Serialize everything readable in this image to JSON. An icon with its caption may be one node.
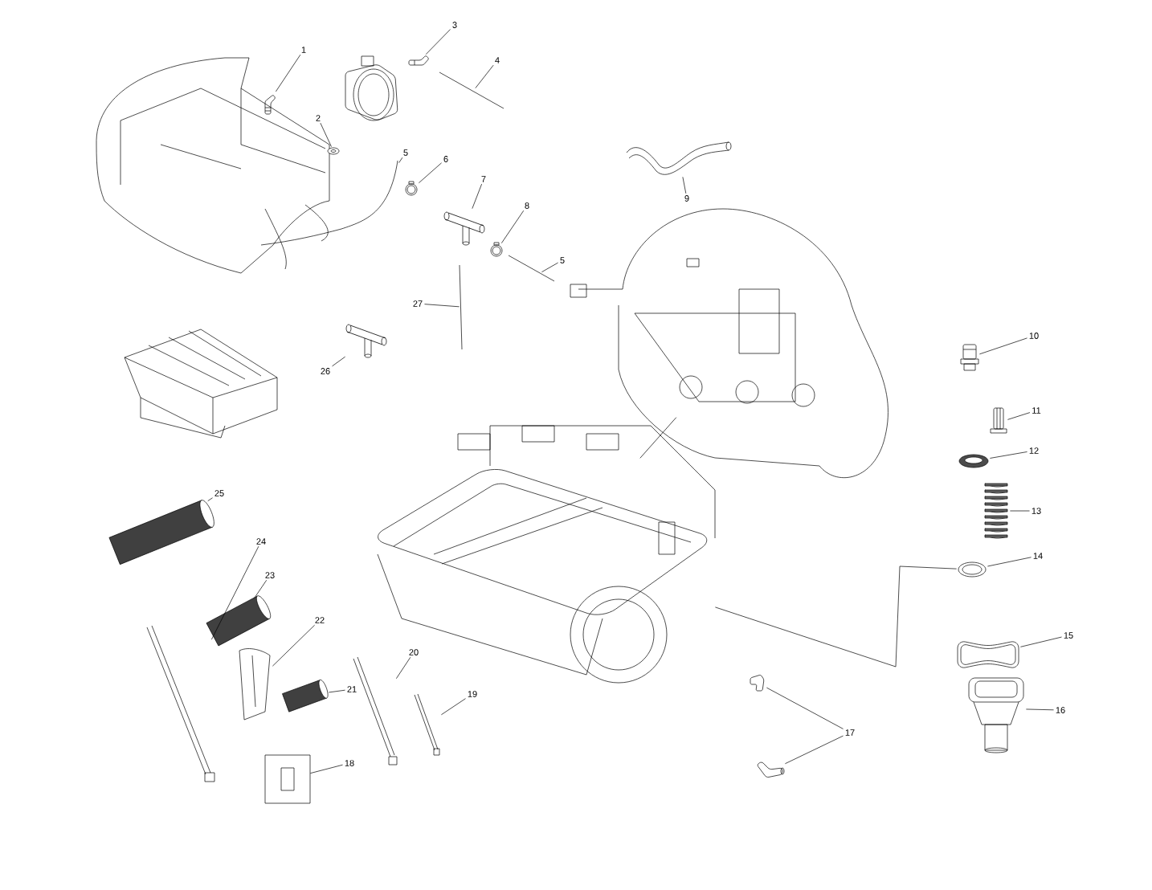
{
  "diagram": {
    "nodes": [
      {
        "text": [
          "1"
        ]
      },
      {
        "text": [],
        "shape": "picture"
      },
      {
        "text": [
          "2"
        ]
      },
      {
        "text": [],
        "shape": "picture"
      },
      {
        "text": [
          "3"
        ]
      },
      {
        "text": [],
        "shape": "picture"
      },
      {
        "text": [
          "4"
        ]
      },
      {
        "text": [],
        "shape": "picture"
      },
      {
        "text": [
          "5"
        ]
      },
      {
        "text": [],
        "shape": "picture"
      },
      {
        "text": [
          "6"
        ]
      },
      {
        "text": [],
        "shape": "picture"
      },
      {
        "text": [
          "7"
        ]
      },
      {
        "text": [],
        "shape": "picture"
      },
      {
        "text": [
          "8"
        ]
      },
      {
        "text": [],
        "shape": "picture"
      },
      {
        "text": [
          "5"
        ]
      },
      {
        "text": [],
        "shape": "picture"
      },
      {
        "text": [
          "9"
        ]
      },
      {
        "text": [],
        "shape": "picture"
      },
      {
        "text": [],
        "shape": "picture"
      },
      {
        "text": [
          "10"
        ]
      },
      {
        "text": [],
        "shape": "picture"
      },
      {
        "text": [
          "11"
        ]
      },
      {
        "text": [],
        "shape": "picture"
      },
      {
        "text": [
          "12"
        ]
      },
      {
        "text": [],
        "shape": "picture"
      },
      {
        "text": [
          "13"
        ]
      },
      {
        "text": [],
        "shape": "picture"
      },
      {
        "text": [
          "14"
        ]
      },
      {
        "text": [],
        "shape": "picture"
      },
      {
        "text": [
          "15"
        ]
      },
      {
        "text": [],
        "shape": "picture"
      },
      {
        "text": [
          "16"
        ]
      },
      {
        "text": [],
        "shape": "picture"
      },
      {
        "text": [
          "17"
        ]
      },
      {
        "text": [],
        "shape": "picture"
      },
      {
        "text": [],
        "shape": "picture"
      },
      {
        "text": [
          "18"
        ]
      },
      {
        "text": [],
        "shape": "picture"
      },
      {
        "text": [
          "19"
        ]
      },
      {
        "text": [],
        "shape": "picture"
      },
      {
        "text": [
          "20"
        ]
      },
      {
        "text": [],
        "shape": "picture"
      },
      {
        "text": [
          "21"
        ]
      },
      {
        "text": [],
        "shape": "picture"
      },
      {
        "text": [
          "22"
        ]
      },
      {
        "text": [],
        "shape": "picture"
      },
      {
        "text": [
          "23"
        ]
      },
      {
        "text": [],
        "shape": "picture"
      },
      {
        "text": [
          "24"
        ]
      },
      {
        "text": [],
        "shape": "picture"
      },
      {
        "text": [
          "25"
        ]
      },
      {
        "text": [],
        "shape": "picture"
      },
      {
        "text": [
          "26"
        ]
      },
      {
        "text": [],
        "shape": "picture"
      },
      {
        "text": [
          "27"
        ]
      },
      {
        "text": [],
        "shape": "picture"
      },
      {
        "text": [],
        "shape": "picture"
      }
    ],
    "edges": [
      {
        "from": 0,
        "to": 1,
        "arrow": "none"
      },
      {
        "from": 2,
        "to": 3,
        "arrow": "none"
      },
      {
        "from": 4,
        "to": 5,
        "arrow": "none"
      },
      {
        "from": 6,
        "to": 7,
        "arrow": "none"
      },
      {
        "from": 8,
        "to": 9,
        "arrow": "none"
      },
      {
        "from": 10,
        "to": 11,
        "arrow": "none"
      },
      {
        "from": 12,
        "to": 13,
        "arrow": "none"
      },
      {
        "from": 14,
        "to": 15,
        "arrow": "none"
      },
      {
        "from": 16,
        "to": 17,
        "arrow": "none"
      },
      {
        "from": 18,
        "to": 19,
        "arrow": "none"
      },
      {
        "from": 21,
        "to": 22,
        "arrow": "none"
      },
      {
        "from": 23,
        "to": 24,
        "arrow": "none"
      },
      {
        "from": 25,
        "to": 26,
        "arrow": "none"
      },
      {
        "from": 27,
        "to": 28,
        "arrow": "none"
      },
      {
        "from": 29,
        "to": 30,
        "arrow": "none"
      },
      {
        "from": 31,
        "to": 32,
        "arrow": "none"
      },
      {
        "from": 33,
        "to": 34,
        "arrow": "none"
      },
      {
        "from": 35,
        "to": 36,
        "arrow": "none"
      },
      {
        "from": 35,
        "to": 37,
        "arrow": "none"
      },
      {
        "from": 38,
        "to": 39,
        "arrow": "none"
      },
      {
        "from": 40,
        "to": 41,
        "arrow": "none"
      },
      {
        "from": 42,
        "to": 43,
        "arrow": "none"
      },
      {
        "from": 44,
        "to": 45,
        "arrow": "none"
      },
      {
        "from": 46,
        "to": 47,
        "arrow": "none"
      },
      {
        "from": 48,
        "to": 49,
        "arrow": "none"
      },
      {
        "from": 50,
        "to": 51,
        "arrow": "none"
      },
      {
        "from": 52,
        "to": 53,
        "arrow": "none"
      },
      {
        "from": 54,
        "to": 55,
        "arrow": "none"
      },
      {
        "from": 56,
        "to": 57,
        "arrow": "none"
      },
      {
        "from": 58,
        "to": 20,
        "arrow": "none"
      },
      {
        "from": 58,
        "to": 30,
        "arrow": "none"
      }
    ]
  }
}
